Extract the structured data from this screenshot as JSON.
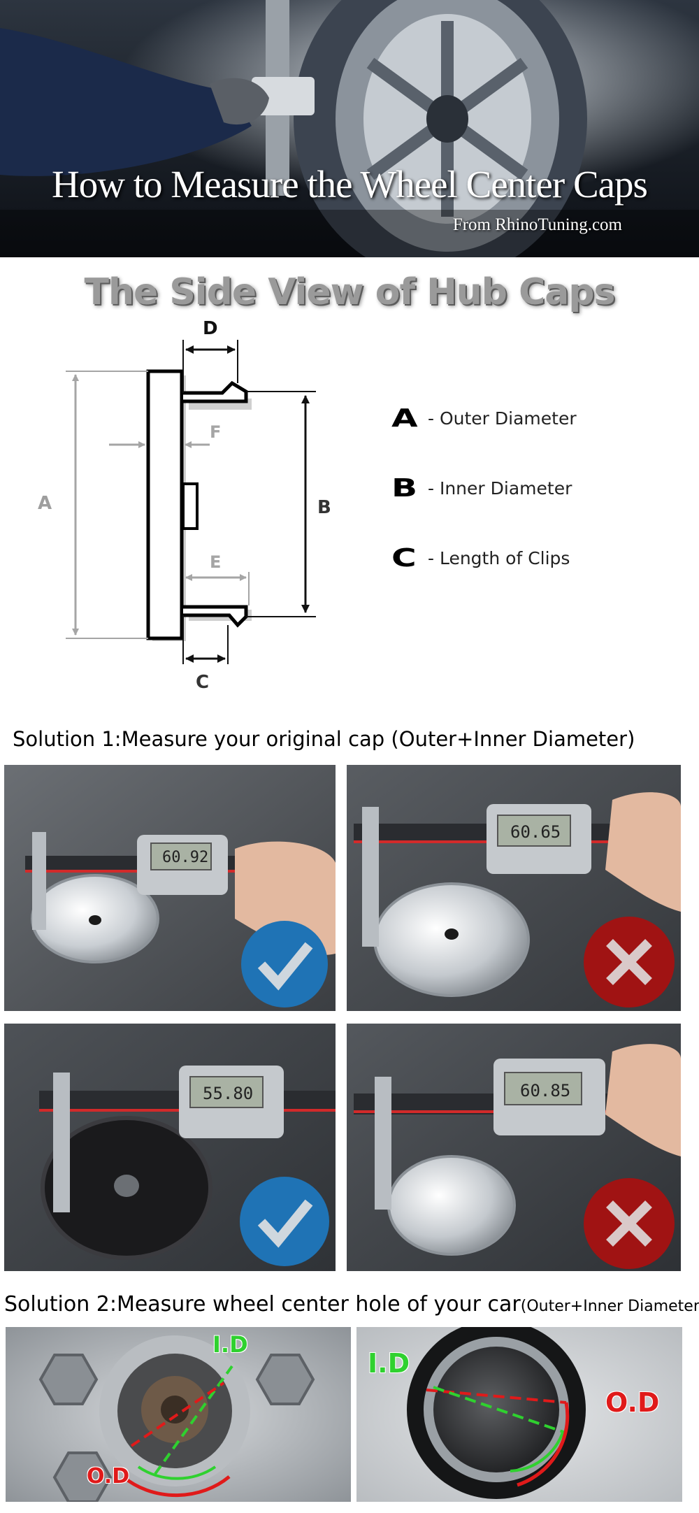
{
  "banner": {
    "title": "How to Measure the Wheel Center Caps",
    "source": "From RhinoTuning.com"
  },
  "side_view": {
    "title": "The Side View of Hub Caps",
    "diagram_labels": [
      "A",
      "B",
      "C",
      "D",
      "E",
      "F"
    ],
    "legend": [
      {
        "letter": "A",
        "text": "- Outer Diameter"
      },
      {
        "letter": "B",
        "text": "- Inner Diameter"
      },
      {
        "letter": "C",
        "text": "- Length of Clips"
      }
    ]
  },
  "solution1": {
    "heading": "Solution 1:Measure your original cap (Outer+Inner Diameter)",
    "photos": [
      {
        "reading": "60.92",
        "verdict": "check",
        "cap": "chrome"
      },
      {
        "reading": "60.65",
        "verdict": "cross",
        "cap": "chrome"
      },
      {
        "reading": "55.80",
        "verdict": "check",
        "cap": "black"
      },
      {
        "reading": "60.85",
        "verdict": "cross",
        "cap": "chrome-clips"
      }
    ],
    "verdict_colors": {
      "check": "#1f73b5",
      "cross": "#a01313"
    }
  },
  "solution2": {
    "heading_main": "Solution 2:Measure wheel center hole of your car",
    "heading_small": "(Outer+Inner Diameter )",
    "left_labels": {
      "id": "I.D",
      "od": "O.D"
    },
    "right_labels": {
      "id": "I.D",
      "od": "O.D"
    },
    "colors": {
      "id": "#2fd12f",
      "od": "#e01a1a"
    }
  }
}
